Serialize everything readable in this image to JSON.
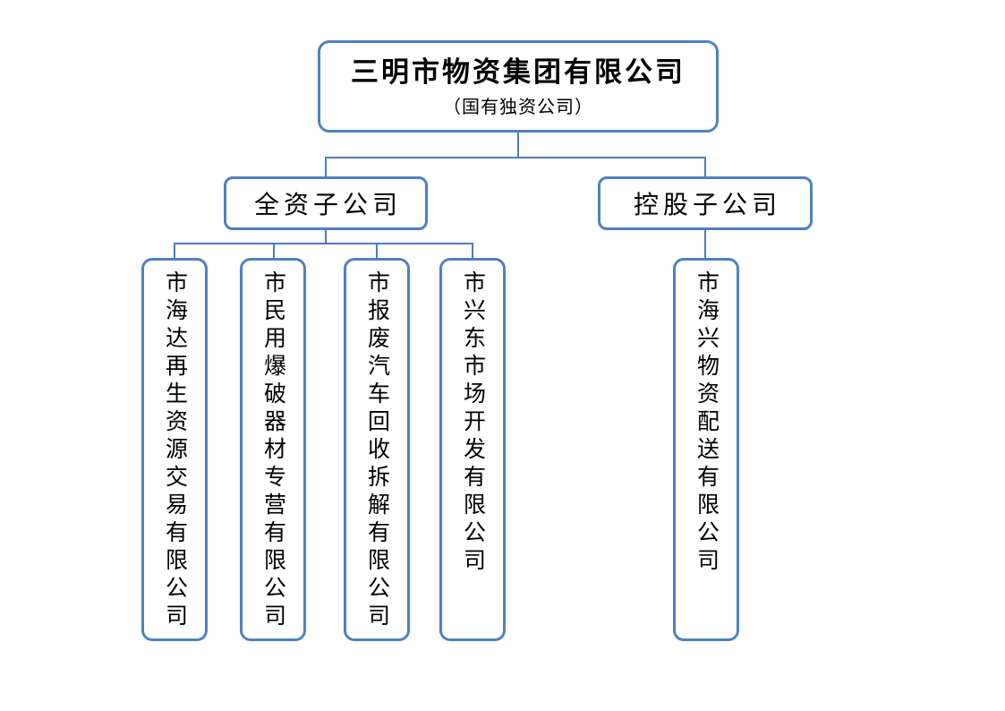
{
  "org_chart": {
    "root": {
      "title": "三明市物资集团有限公司",
      "subtitle": "（国有独资公司）"
    },
    "groups": [
      {
        "label": "全资子公司",
        "children": [
          "市海达再生资源交易有限公司",
          "市民用爆破器材专营有限公司",
          "市报废汽车回收拆解有限公司",
          "市兴东市场开发有限公司"
        ]
      },
      {
        "label": "控股子公司",
        "children": [
          "市海兴物资配送有限公司"
        ]
      }
    ],
    "colors": {
      "box_border": "#4F81BD",
      "connector_line": "#4A7EBB",
      "text": "#000000",
      "background": "#FFFFFF"
    }
  }
}
